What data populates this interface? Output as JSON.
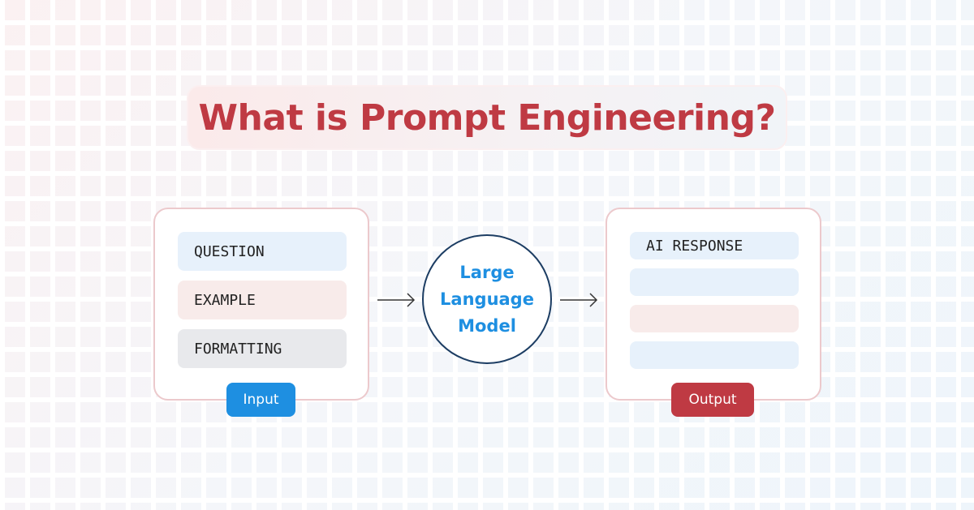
{
  "title": "What is Prompt Engineering?",
  "input_panel": {
    "items": [
      "QUESTION",
      "EXAMPLE",
      "FORMATTING"
    ],
    "label": "Input"
  },
  "model": {
    "lines": [
      "Large",
      "Language",
      "Model"
    ]
  },
  "output_panel": {
    "items": [
      "AI RESPONSE",
      "",
      "",
      ""
    ],
    "label": "Output"
  },
  "colors": {
    "title": "#bf3a43",
    "input_accent": "#1e8fe1",
    "output_accent": "#bf3a43",
    "circle_border": "#1c3d63"
  }
}
